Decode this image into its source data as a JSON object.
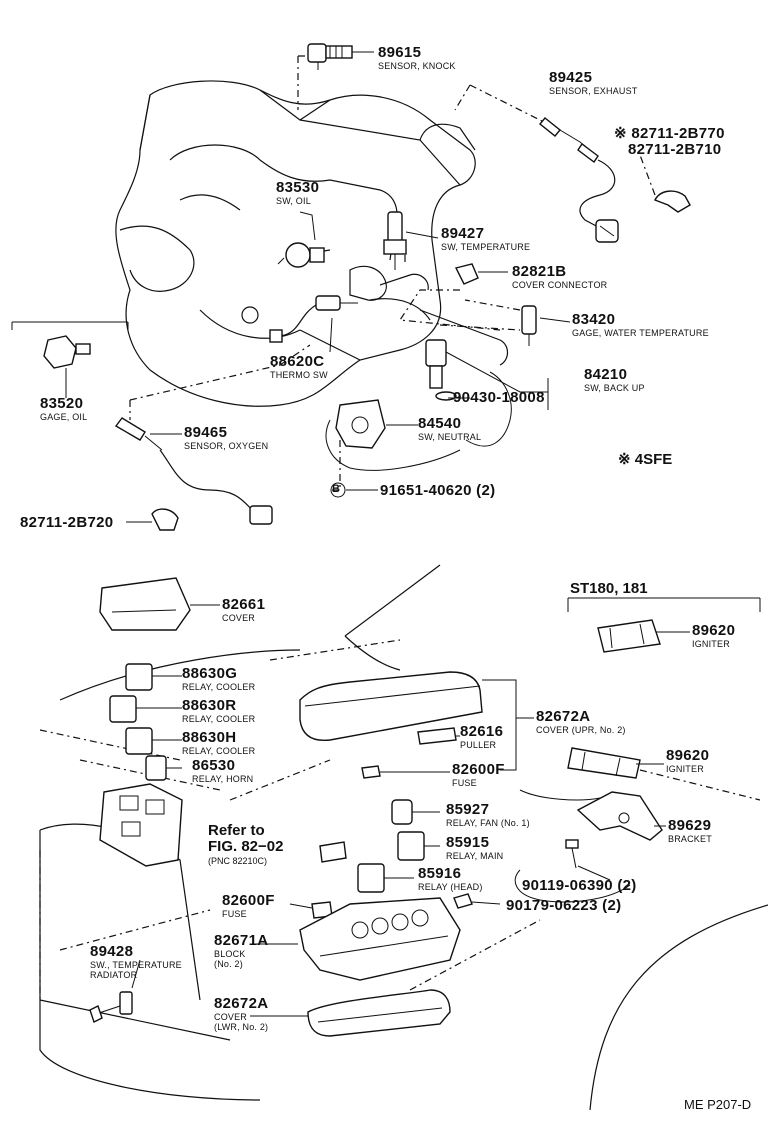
{
  "parts": [
    {
      "id": "89615",
      "number": "89615",
      "desc": [
        "SENSOR, KNOCK"
      ]
    },
    {
      "id": "89425",
      "number": "89425",
      "desc": [
        "SENSOR, EXHAUST"
      ]
    },
    {
      "id": "82711a",
      "number": "※ 82711-2B770",
      "desc": []
    },
    {
      "id": "82711b",
      "number": "82711-2B710",
      "desc": []
    },
    {
      "id": "83530",
      "number": "83530",
      "desc": [
        "SW, OIL"
      ]
    },
    {
      "id": "89427",
      "number": "89427",
      "desc": [
        "SW, TEMPERATURE"
      ]
    },
    {
      "id": "82821B",
      "number": "82821B",
      "desc": [
        "COVER CONNECTOR"
      ]
    },
    {
      "id": "83420",
      "number": "83420",
      "desc": [
        "GAGE, WATER TEMPERATURE"
      ]
    },
    {
      "id": "88620C",
      "number": "88620C",
      "desc": [
        "THERMO SW"
      ]
    },
    {
      "id": "84210",
      "number": "84210",
      "desc": [
        "SW, BACK UP"
      ]
    },
    {
      "id": "90430",
      "number": "90430-18008",
      "desc": []
    },
    {
      "id": "83520",
      "number": "83520",
      "desc": [
        "GAGE, OIL"
      ]
    },
    {
      "id": "89465",
      "number": "89465",
      "desc": [
        "SENSOR, OXYGEN"
      ]
    },
    {
      "id": "84540",
      "number": "84540",
      "desc": [
        "SW, NEUTRAL"
      ]
    },
    {
      "id": "91651",
      "number": "91651-40620 (2)",
      "desc": []
    },
    {
      "id": "82711c",
      "number": "82711-2B720",
      "desc": []
    },
    {
      "id": "82661",
      "number": "82661",
      "desc": [
        "COVER"
      ]
    },
    {
      "id": "89620a",
      "number": "89620",
      "desc": [
        "IGNITER"
      ]
    },
    {
      "id": "88630G",
      "number": "88630G",
      "desc": [
        "RELAY, COOLER"
      ]
    },
    {
      "id": "88630R",
      "number": "88630R",
      "desc": [
        "RELAY, COOLER"
      ]
    },
    {
      "id": "82672A_upr",
      "number": "82672A",
      "desc": [
        "COVER (UPR, No. 2)"
      ]
    },
    {
      "id": "88630H",
      "number": "88630H",
      "desc": [
        "RELAY, COOLER"
      ]
    },
    {
      "id": "82616",
      "number": "82616",
      "desc": [
        "PULLER"
      ]
    },
    {
      "id": "89620b",
      "number": "89620",
      "desc": [
        "IGNITER"
      ]
    },
    {
      "id": "86530",
      "number": "86530",
      "desc": [
        "RELAY, HORN"
      ]
    },
    {
      "id": "82600F_a",
      "number": "82600F",
      "desc": [
        "FUSE"
      ]
    },
    {
      "id": "85927",
      "number": "85927",
      "desc": [
        "RELAY, FAN (No. 1)"
      ]
    },
    {
      "id": "89629",
      "number": "89629",
      "desc": [
        "BRACKET"
      ]
    },
    {
      "id": "85915",
      "number": "85915",
      "desc": [
        "RELAY, MAIN"
      ]
    },
    {
      "id": "85916",
      "number": "85916",
      "desc": [
        "RELAY (HEAD)"
      ]
    },
    {
      "id": "90119",
      "number": "90119-06390 (2)",
      "desc": []
    },
    {
      "id": "82600F_b",
      "number": "82600F",
      "desc": [
        "FUSE"
      ]
    },
    {
      "id": "90179",
      "number": "90179-06223 (2)",
      "desc": []
    },
    {
      "id": "82671A",
      "number": "82671A",
      "desc": [
        "BLOCK",
        "(No. 2)"
      ]
    },
    {
      "id": "89428",
      "number": "89428",
      "desc": [
        "SW., TEMPERATURE",
        "RADIATOR"
      ]
    },
    {
      "id": "82672A_lwr",
      "number": "82672A",
      "desc": [
        "COVER",
        "(LWR, No. 2)"
      ]
    }
  ],
  "notes": {
    "variant": "※ 4SFE",
    "model": "ST180, 181",
    "bolt_marker": "B"
  },
  "figure_ref": {
    "line1": "Refer to",
    "line2": "FIG. 82−02",
    "line3": "(PNC 82210C)"
  },
  "page_code": "ME P207-D"
}
